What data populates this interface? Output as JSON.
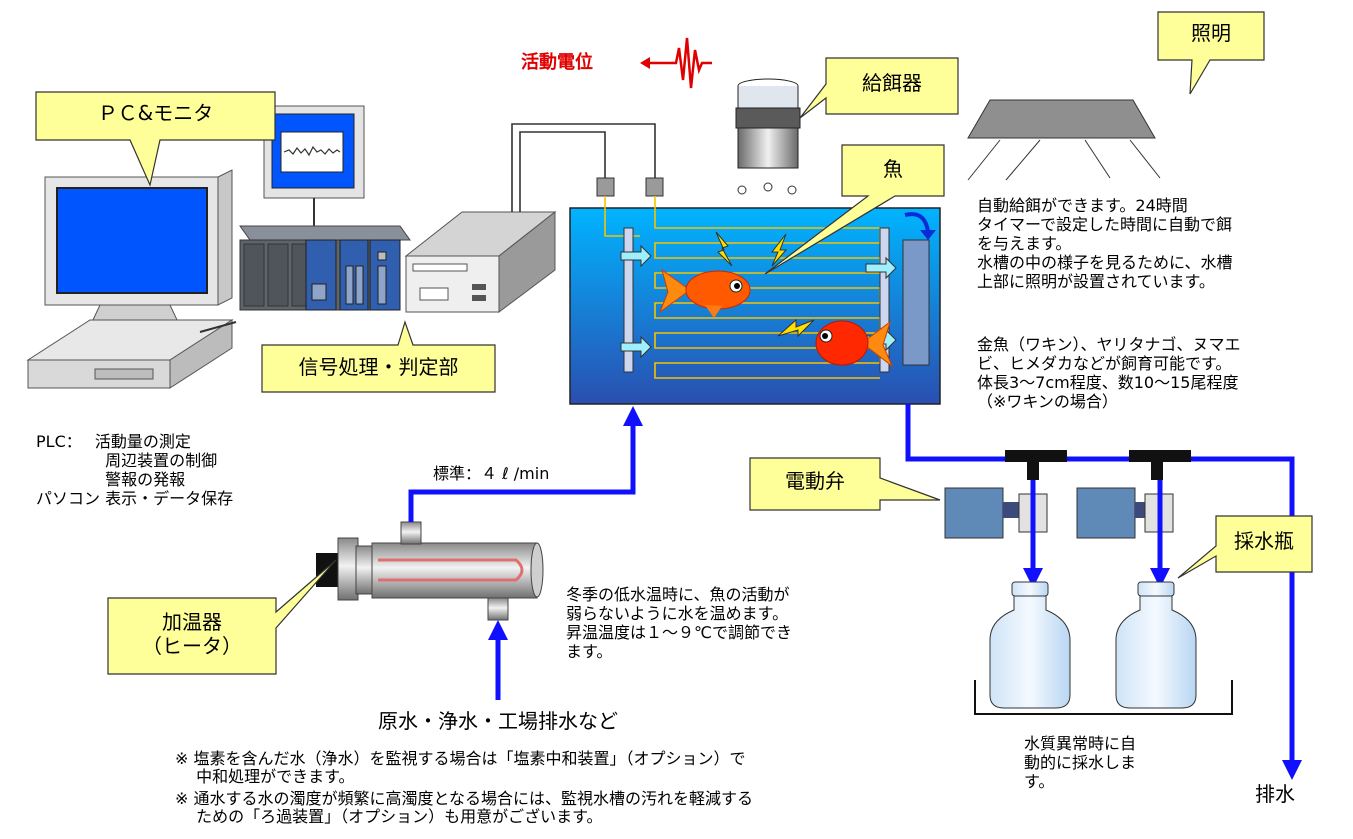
{
  "labels": {
    "pc_monitor": "ＰＣ&モニタ",
    "signal_processing": "信号処理・判定部",
    "action_potential": "活動電位",
    "feeder": "給餌器",
    "lighting": "照明",
    "fish": "魚",
    "valve": "電動弁",
    "sample_bottle": "採水瓶",
    "heater": "加温器\n（ヒータ）",
    "flow_rate": "標準：４ ℓ /min",
    "water_source": "原水・浄水・工場排水など",
    "drainage": "排水"
  },
  "descriptions": {
    "feeder_light": "自動給餌ができます。24時間\nタイマーで設定した時間に自動で餌\nを与えます。\n水槽の中の様子を見るために、水槽\n上部に照明が設置されています。",
    "fish_species": "金魚（ワキン）、ヤリタナゴ、ヌマエ\nビ、ヒメダカなどが飼育可能です。\n体長3〜7cm程度、数10〜15尾程度\n（※ワキンの場合）",
    "plc": "PLC：　 活動量の測定\n　　　　 周辺装置の制御\n　　　　 警報の発報\nパソコン 表示・データ保存",
    "heater": "冬季の低水温時に、魚の活動が\n弱らないように水を温めます。\n昇温温度は１〜９℃で調節でき\nます。",
    "auto_sampling": "水質異常時に自\n動的に採水しま\nす。"
  },
  "notes": {
    "chlorine": "※ 塩素を含んだ水（浄水）を監視する場合は「塩素中和装置」（オプション）で\n　 中和処理ができます。",
    "filtration": "※ 通水する水の濁度が頻繁に高濁度となる場合には、監視水槽の汚れを軽減する\n　 ための「ろ過装置」（オプション）も用意がございます。"
  },
  "colors": {
    "callout_fill": "#ffff99",
    "water_pipe": "#1010ff",
    "action_potential": "#e00000",
    "tank_top": "#00b4ff",
    "tank_bottom": "#2a4fb0"
  }
}
